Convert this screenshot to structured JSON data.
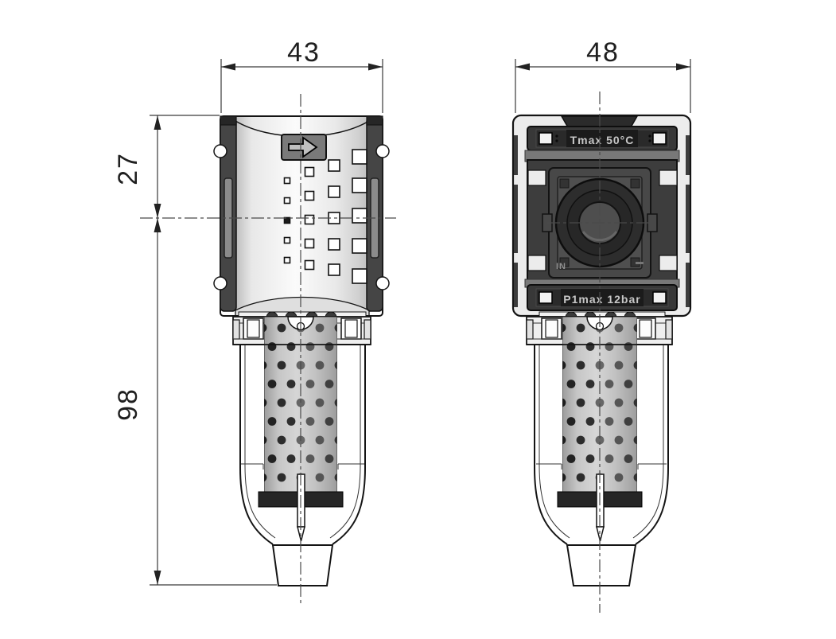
{
  "drawing": {
    "type": "technical-drawing-filter-two-views",
    "dimensions": {
      "side_width": "43",
      "front_width": "48",
      "head_height": "27",
      "body_height": "98"
    },
    "front_view": {
      "top_label": "Tmax 50°C",
      "bottom_label": "P1max 12bar",
      "port_label": "IN"
    },
    "side_view": {
      "flow_arrow": "right"
    },
    "colors": {
      "background": "#ffffff",
      "line": "#141414",
      "dark_part": "#3d3d3d",
      "label_bar": "#383838",
      "label_text": "#c7c7c7",
      "filter_band": "#262626"
    }
  }
}
